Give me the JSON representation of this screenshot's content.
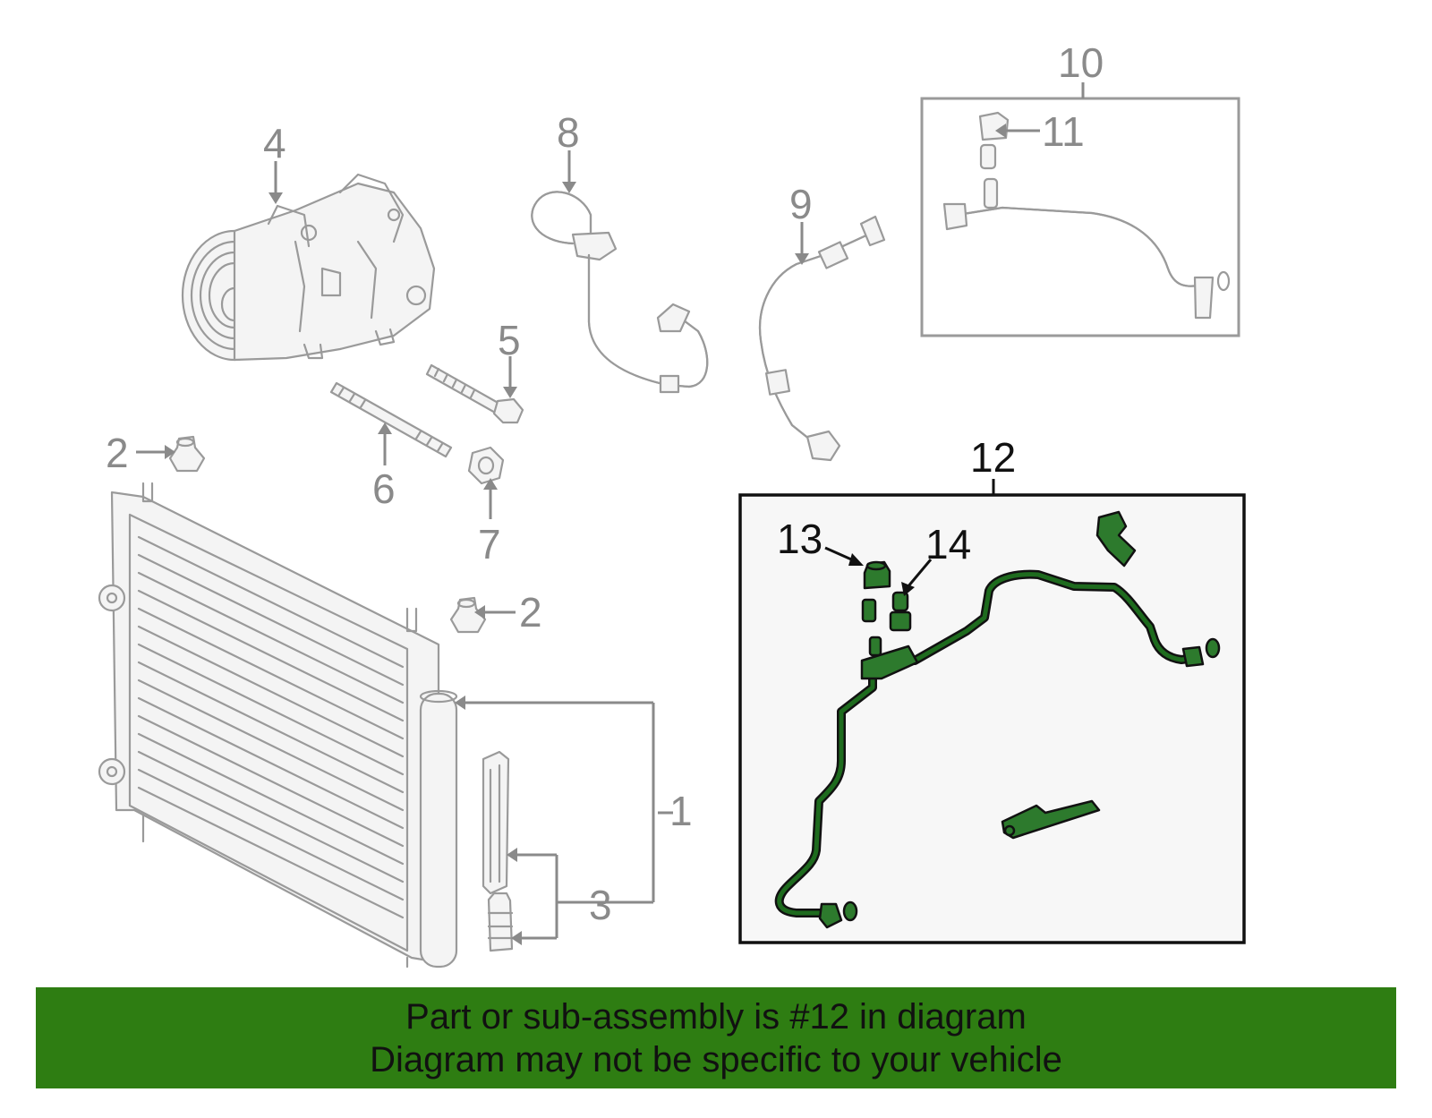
{
  "callouts": {
    "c1": "1",
    "c2a": "2",
    "c2b": "2",
    "c3": "3",
    "c4": "4",
    "c5": "5",
    "c6": "6",
    "c7": "7",
    "c8": "8",
    "c9": "9",
    "c10": "10",
    "c11": "11",
    "c12": "12",
    "c13": "13",
    "c14": "14"
  },
  "banner": {
    "line1": "Part or sub-assembly is #12 in diagram",
    "line2": "Diagram may not be specific to your vehicle"
  },
  "colors": {
    "banner": "#2e7d12",
    "highlight_part": "#2d7a2d",
    "line_art": "#9a9a9a"
  },
  "highlighted_callout": "12"
}
